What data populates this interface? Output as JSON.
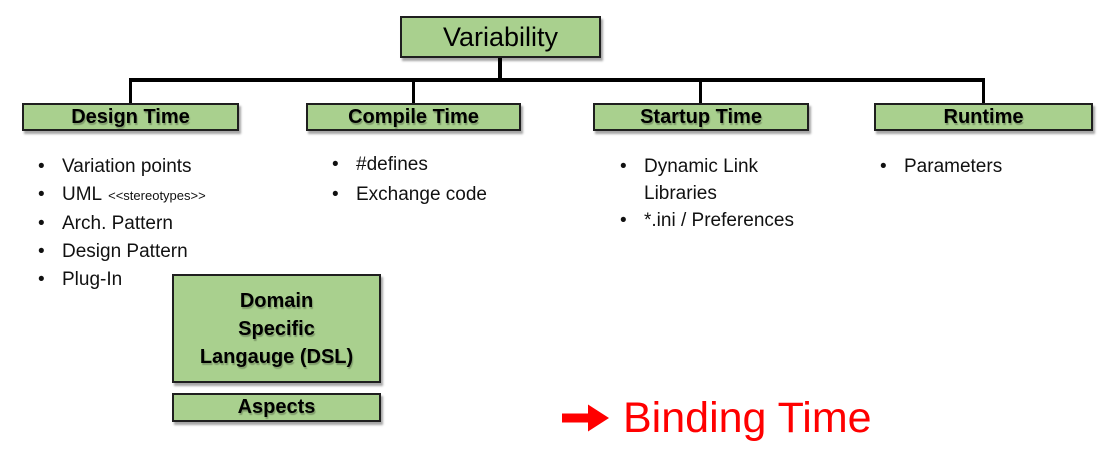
{
  "colors": {
    "box_fill_green": "#a9d08e",
    "box_border": "#1f1f1f",
    "annotation_red": "#ff0000",
    "text": "#000000"
  },
  "tree": {
    "root_label": "Variability",
    "branches": [
      {
        "label": "Design Time",
        "items": [
          "Variation points",
          "UML",
          "Arch. Pattern",
          "Design Pattern",
          "Plug-In"
        ],
        "item_1_suffix": "<<stereotypes>>"
      },
      {
        "label": "Compile Time",
        "items": [
          "#defines",
          "Exchange code"
        ]
      },
      {
        "label": "Startup Time",
        "items": [
          "Dynamic Link Libraries",
          "*.ini / Preferences"
        ]
      },
      {
        "label": "Runtime",
        "items": [
          "Parameters"
        ]
      }
    ]
  },
  "extra_boxes": {
    "dsl_label": "Domain\nSpecific\nLangauge (DSL)",
    "aspects_label": "Aspects"
  },
  "annotation": {
    "arrow_icon": "right-arrow-icon",
    "label": "Binding Time"
  }
}
